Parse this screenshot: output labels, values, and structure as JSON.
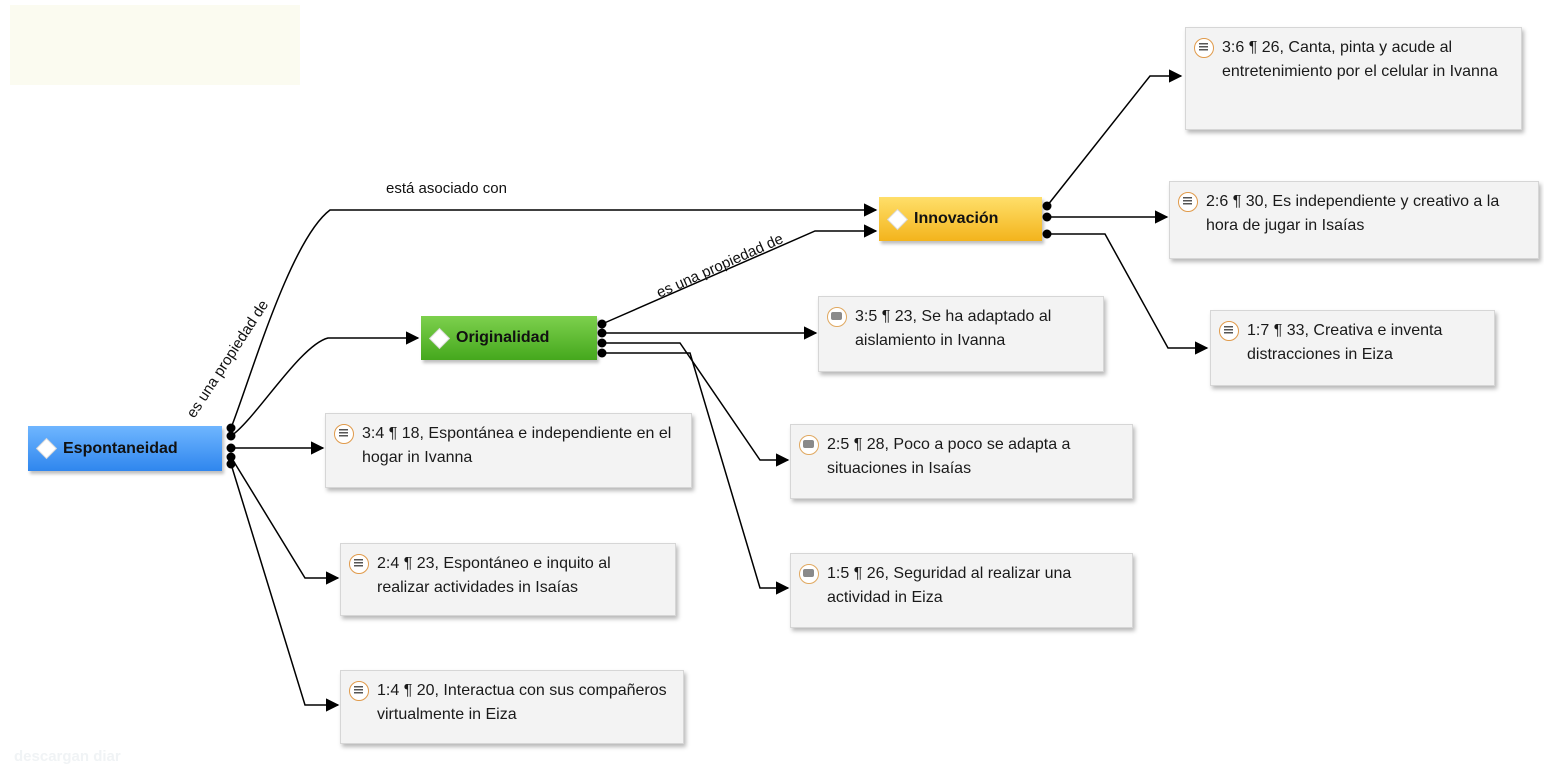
{
  "codes": {
    "espontaneidad": "Espontaneidad",
    "originalidad": "Originalidad",
    "innovacion": "Innovación"
  },
  "links": {
    "asociado": "está asociado con",
    "propiedad_1": "es una propiedad de",
    "propiedad_2": "es una propiedad de"
  },
  "quotes": {
    "q34": "3:4 ¶ 18, Espontánea e independiente en el hogar in Ivanna",
    "q24": "2:4 ¶ 23, Espontáneo e inquito al realizar actividades in Isaías",
    "q14": "1:4 ¶ 20, Interactua con sus compañeros virtualmente in Eiza",
    "q35": "3:5 ¶ 23, Se ha adaptado al aislamiento in Ivanna",
    "q25": "2:5 ¶ 28, Poco a poco se adapta a situaciones in Isaías",
    "q15": "1:5 ¶ 26, Seguridad al realizar una actividad in Eiza",
    "q36": "3:6 ¶ 26, Canta, pinta y acude al entretenimiento por el celular in Ivanna",
    "q26": "2:6 ¶ 30, Es independiente y creativo a la hora de jugar in Isaías",
    "q17": "1:7 ¶ 33, Creativa e inventa distracciones in Eiza"
  },
  "footer_fragment": "descargan diar",
  "colors": {
    "code_blue": "#2f86ee",
    "code_green": "#45a81d",
    "code_yellow": "#f3b41c",
    "quote_bg": "#f3f3f3",
    "quote_icon_border": "#e09a4a"
  },
  "icons": {
    "code": "diamond-icon",
    "quote_text": "text-quote-icon",
    "quote_comment": "comment-quote-icon"
  }
}
